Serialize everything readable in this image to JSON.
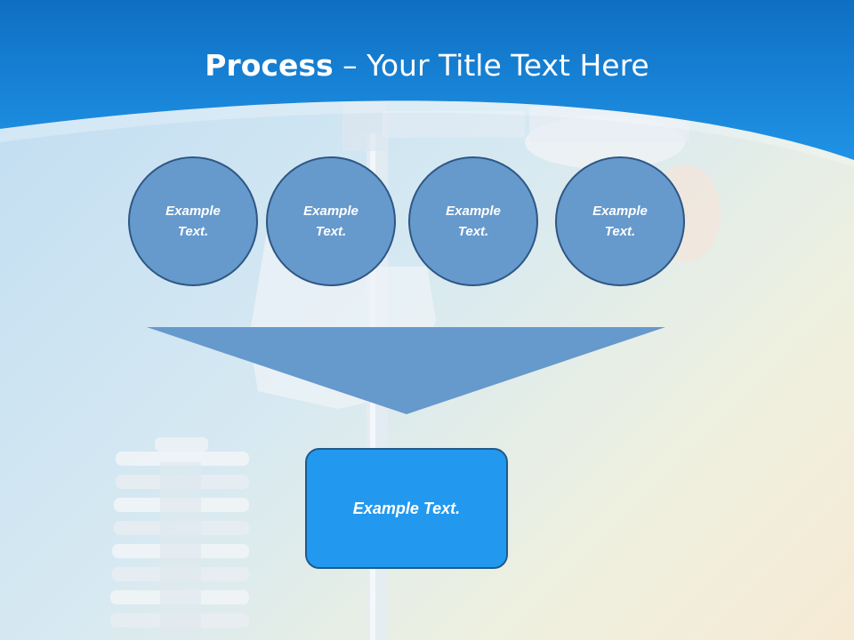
{
  "title": {
    "bold": "Process",
    "rest": " – Your Title Text Here"
  },
  "circles": [
    {
      "label": "Example\nText."
    },
    {
      "label": "Example\nText."
    },
    {
      "label": "Example\nText."
    },
    {
      "label": "Example\nText."
    }
  ],
  "result_box": {
    "label": "Example Text."
  },
  "colors": {
    "header_blue": "#1a8be0",
    "circle_fill": "#6699cc",
    "circle_border": "#2e5784",
    "funnel_fill": "#6699cc",
    "box_fill": "#2299ee"
  }
}
